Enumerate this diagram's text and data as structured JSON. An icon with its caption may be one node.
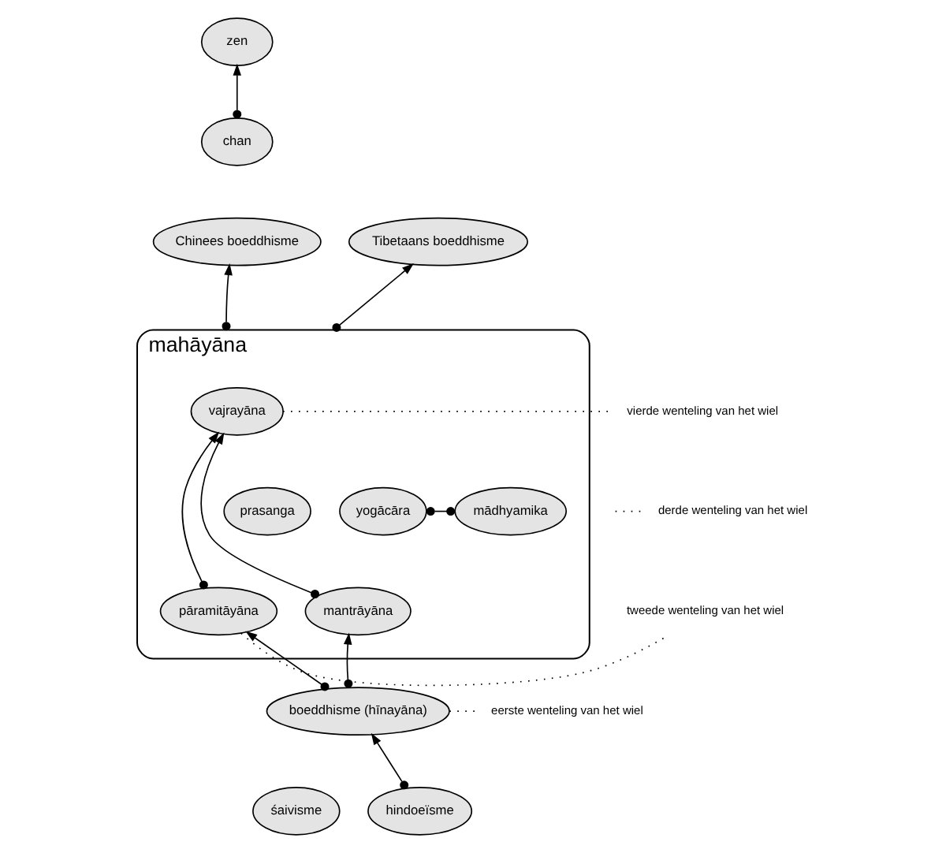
{
  "diagram": {
    "nodes": [
      {
        "text": [
          "zen"
        ]
      },
      {
        "text": [
          "chan"
        ]
      },
      {
        "text": [
          "Chinees boeddhisme"
        ]
      },
      {
        "text": [
          "Tibetaans boeddhisme"
        ]
      },
      {
        "text": [
          "mahāyāna"
        ]
      },
      {
        "text": [
          "vajrayāna"
        ],
        "in": 4
      },
      {
        "text": [
          "prasanga"
        ],
        "in": 4
      },
      {
        "text": [
          "mādhyamika"
        ],
        "in": 4
      },
      {
        "text": [
          "yogācāra"
        ],
        "in": 4
      },
      {
        "text": [
          "mantrāyāna"
        ],
        "in": 4
      },
      {
        "text": [
          "pāramitāyāna"
        ],
        "in": 4
      },
      {
        "text": [
          "boeddhisme (hīnayāna)"
        ]
      },
      {
        "text": [
          "śaivisme"
        ]
      },
      {
        "text": [
          "hindoeïsme"
        ]
      },
      {
        "text": [
          "vierde wenteling van het wiel"
        ]
      },
      {
        "text": [
          "derde wenteling van het wiel"
        ]
      },
      {
        "text": [
          "tweede wenteling van het wiel"
        ]
      },
      {
        "text": [
          "eerste wenteling van het wiel"
        ]
      }
    ],
    "edges": [
      {
        "from": 13,
        "to": 11,
        "arrow": "to"
      },
      {
        "from": 11,
        "to": 9,
        "arrow": "to"
      },
      {
        "from": 11,
        "to": 10,
        "arrow": "to"
      },
      {
        "from": 9,
        "to": 5,
        "arrow": "to"
      },
      {
        "from": 10,
        "to": 5,
        "arrow": "to"
      },
      {
        "from": 7,
        "to": 8,
        "arrow": "other"
      },
      {
        "from": 4,
        "to": 3,
        "arrow": "to"
      },
      {
        "from": 4,
        "to": 2,
        "arrow": "to"
      },
      {
        "from": 1,
        "to": 0,
        "arrow": "to"
      },
      {
        "from": 5,
        "to": 14,
        "arrow": "none",
        "style": "dashed"
      },
      {
        "from": null,
        "to": 15,
        "arrow": "none",
        "style": "dashed"
      },
      {
        "from": 10,
        "to": 16,
        "arrow": "none",
        "style": "dashed"
      },
      {
        "from": 11,
        "to": 17,
        "arrow": "none",
        "style": "dashed"
      }
    ]
  }
}
